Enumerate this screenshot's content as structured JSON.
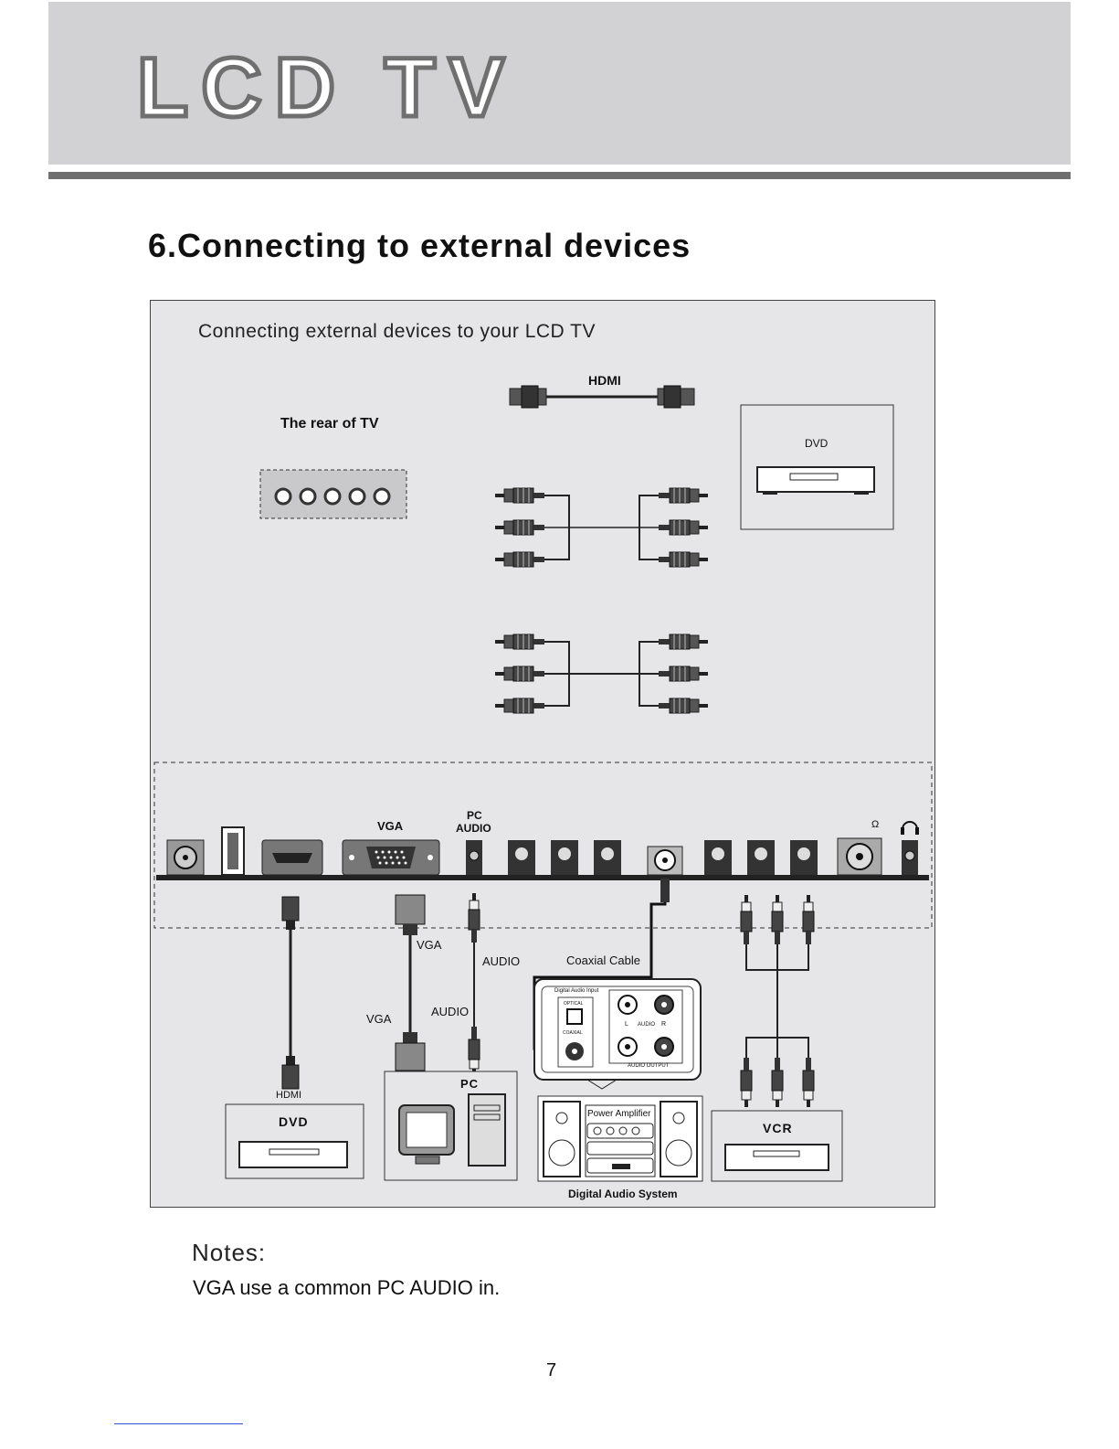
{
  "header": {
    "logo_text": "LCD TV"
  },
  "section": {
    "title": "6.Connecting to external devices"
  },
  "diagram": {
    "intro": "Connecting external devices to your LCD TV",
    "top_cable_label": "HDMI",
    "rear_label": "The rear of TV",
    "dvd_top_label": "DVD",
    "panel": {
      "vga_label": "VGA",
      "pc_audio_label_1": "PC",
      "pc_audio_label_2": "AUDIO",
      "ohm_symbol": "Ω"
    },
    "cables": {
      "vga_upper": "VGA",
      "vga_lower": "VGA",
      "audio_upper": "AUDIO",
      "audio_lower": "AUDIO",
      "coaxial": "Coaxial Cable",
      "hdmi_bottom": "HDMI"
    },
    "audio_box": {
      "digital_input": "Digital Audio Input",
      "optical": "OPTICAL",
      "coaxial": "COAXIAL",
      "l": "L",
      "audio": "AUDIO",
      "r": "R",
      "audio_output": "AUDIO OUTPUT"
    },
    "devices": {
      "dvd": "DVD",
      "pc": "PC",
      "power_amp": "Power Amplifier",
      "digital_audio_system": "Digital Audio System",
      "vcr": "VCR"
    }
  },
  "notes": {
    "title": "Notes:",
    "text": "VGA use a common PC AUDIO in."
  },
  "page_number": "7"
}
